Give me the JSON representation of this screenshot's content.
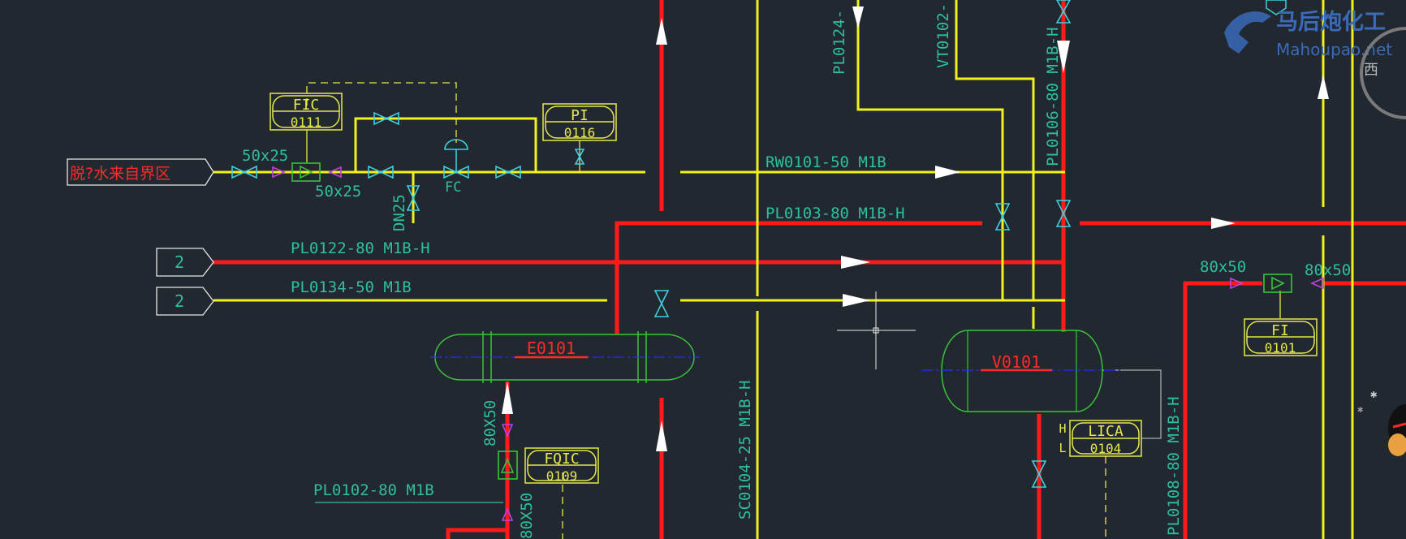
{
  "colors": {
    "background": "#212830",
    "process_line_red": "#ff1a1a",
    "utility_line_yellow": "#f2f21a",
    "instrument_yellow": "#e8e84d",
    "line_label_teal": "#2fbf9a",
    "valve_cyan": "#3fd0e0",
    "reducer_magenta": "#c040e0",
    "equipment_green": "#3ac23a",
    "equipment_tag_red": "#ff2a2a",
    "centerline_blue": "#2a2aff",
    "watermark_blue": "#3a6ab8"
  },
  "boundary": {
    "inlet_label": "脱?水来自界区",
    "offpage_1": "2",
    "offpage_2": "2"
  },
  "lines": {
    "pl0122": "PL0122-80 M1B-H",
    "pl0134": "PL0134-50 M1B",
    "rw0101": "RW0101-50 M1B",
    "pl0103": "PL0103-80 M1B-H",
    "pl0102": "PL0102-80 M1B",
    "pl0124": "PL0124-",
    "vt0102": "VT0102-",
    "pl0106": "PL0106-80 M1B-H",
    "sc0104": "SC0104-25 M1B-H",
    "pl0108": "PL0108-80 M1B-H"
  },
  "sizes": {
    "reducer_a": "50x25",
    "reducer_b": "50x25",
    "drain": "DN25",
    "reducer_c": "80X50",
    "reducer_d": "80X50",
    "reducer_e": "80x50",
    "reducer_f": "80x50"
  },
  "valve_action": "FC",
  "instruments": [
    {
      "id": "fic",
      "tag": "FIC",
      "loop": "0111"
    },
    {
      "id": "pi",
      "tag": "PI",
      "loop": "0116"
    },
    {
      "id": "fqic",
      "tag": "FQIC",
      "loop": "0109"
    },
    {
      "id": "lica",
      "tag": "LICA",
      "loop": "0104"
    },
    {
      "id": "fi",
      "tag": "FI",
      "loop": "0101"
    }
  ],
  "alarm_levels": {
    "high": "H",
    "low": "L"
  },
  "equipment": {
    "exchanger": "E0101",
    "vessel": "V0101"
  },
  "watermark": {
    "cn": "马后炮化工",
    "url": "Mahoupao.net",
    "side_char": "西"
  }
}
